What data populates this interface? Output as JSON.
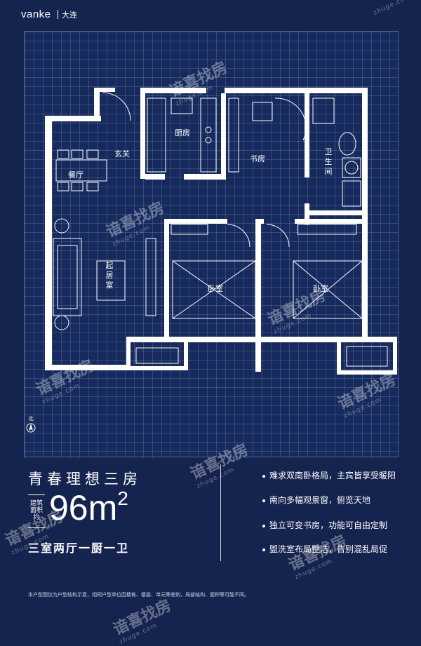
{
  "brand": {
    "logo": "vanke",
    "city": "大连"
  },
  "rooms": {
    "kitchen": "厨房",
    "study": "书房",
    "entrance": "玄关",
    "dining": "餐厅",
    "living": "起居室",
    "bath": "卫生间",
    "bedroom1": "卧室",
    "bedroom2": "卧室"
  },
  "compass": "北",
  "headline": {
    "title": "青春理想三房",
    "area_label": "建筑面积约",
    "area_value": "96m",
    "area_sup": "2",
    "layout": "三室两厅一厨一卫"
  },
  "features": [
    "难求双南卧格局，主宾皆享受暖阳",
    "南向多幅观景窗，俯览天地",
    "独立可变书房，功能可自由定制",
    "盥洗室布局整洁，告别混乱局促"
  ],
  "disclaimer": "本户型图仅为户型结构示意，相同户型单位因楼栋、楼层、单元等差别，局部结构、面积等可能不同。",
  "watermark": {
    "name": "谙喜找房",
    "url": "zhuge.com"
  },
  "colors": {
    "background": "#15244f",
    "grid": "#162a5e",
    "wall": "#ffffff"
  }
}
